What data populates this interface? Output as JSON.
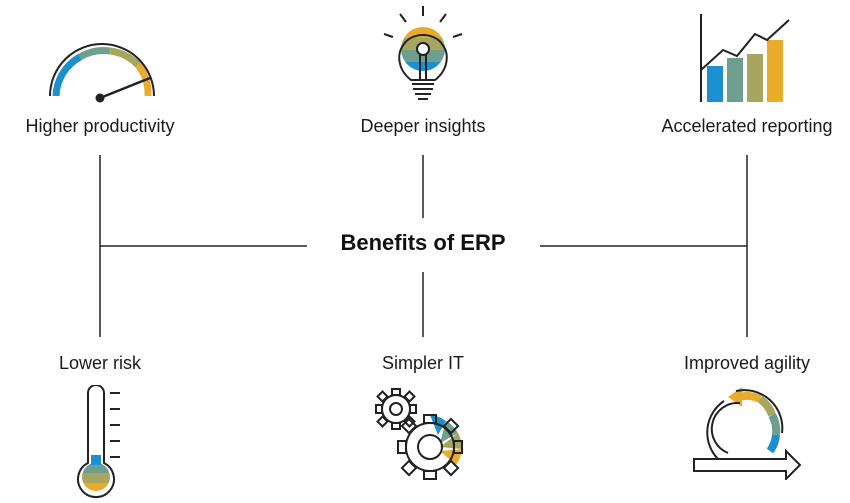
{
  "title": "Benefits of ERP",
  "benefits": [
    {
      "label": "Higher productivity",
      "icon": "speedometer-icon"
    },
    {
      "label": "Deeper insights",
      "icon": "lightbulb-icon"
    },
    {
      "label": "Accelerated reporting",
      "icon": "bar-chart-icon"
    },
    {
      "label": "Lower risk",
      "icon": "thermometer-icon"
    },
    {
      "label": "Simpler IT",
      "icon": "gears-icon"
    },
    {
      "label": "Improved agility",
      "icon": "cycle-arrow-icon"
    }
  ],
  "colors": {
    "blue": "#1b8fd0",
    "teal": "#6e9f8e",
    "olive": "#a6a65e",
    "gold": "#e9ab2a",
    "line": "#222222"
  }
}
